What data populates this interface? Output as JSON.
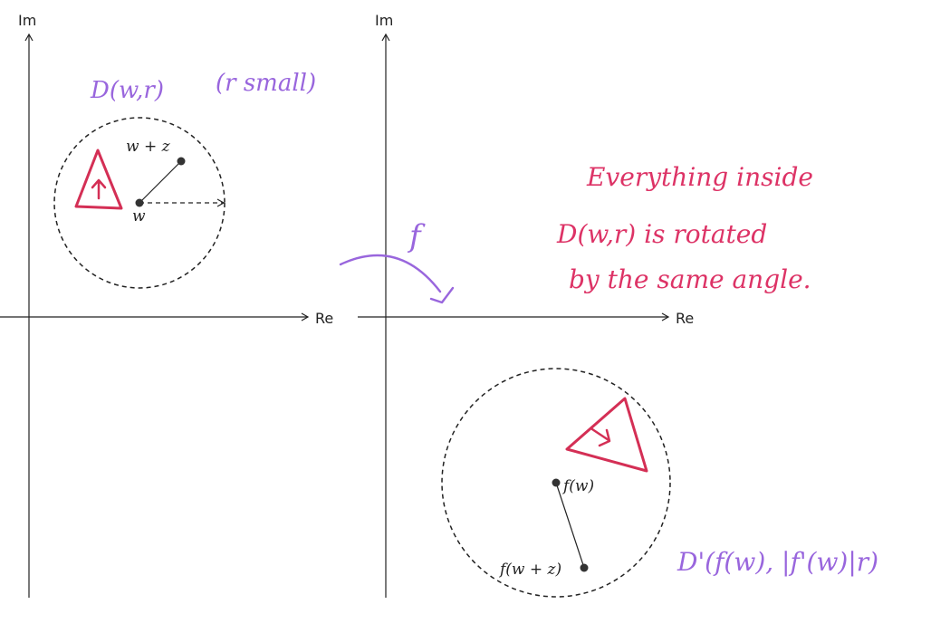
{
  "axes": {
    "left": {
      "x_label": "Re",
      "y_label": "Im"
    },
    "right": {
      "x_label": "Re",
      "y_label": "Im"
    }
  },
  "left_disk": {
    "label": "D(w,r)",
    "note": "(r small)",
    "center_label": "w",
    "point_label": "w + z"
  },
  "map": {
    "label": "f"
  },
  "annotation": {
    "line1": "Everything inside",
    "line2": "D(w,r) is rotated",
    "line3": "by the same angle."
  },
  "right_disk": {
    "label": "D'(f(w), |f'(w)|r)",
    "center_label": "f(w)",
    "point_label": "f(w + z)"
  },
  "colors": {
    "axis": "#222222",
    "handwriting_purple": "#9966dd",
    "handwriting_red": "#dd3366",
    "triangle": "#d42f55"
  }
}
